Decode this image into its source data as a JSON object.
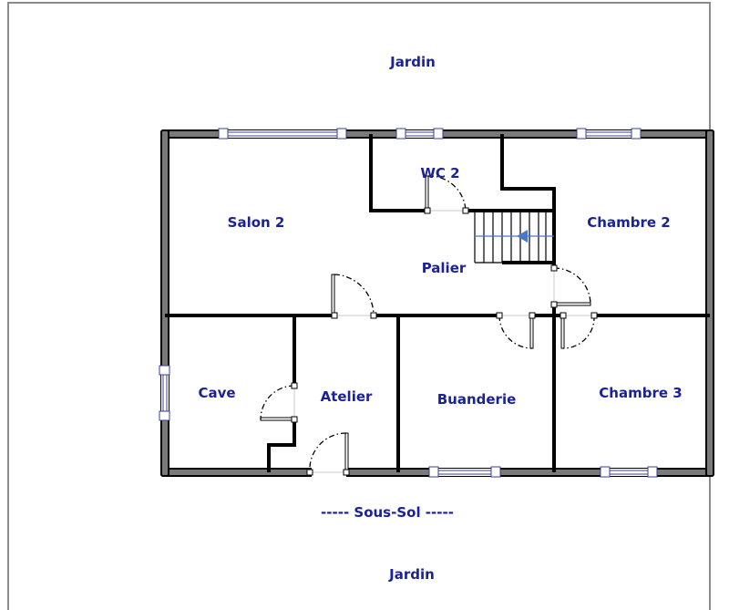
{
  "plan": {
    "title": "----- Sous-Sol -----",
    "outside_labels": {
      "top": "Jardin",
      "bottom": "Jardin"
    },
    "rooms": [
      {
        "id": "salon-2",
        "label": "Salon 2"
      },
      {
        "id": "wc-2",
        "label": "WC 2"
      },
      {
        "id": "palier",
        "label": "Palier"
      },
      {
        "id": "chambre-2",
        "label": "Chambre 2"
      },
      {
        "id": "cave",
        "label": "Cave"
      },
      {
        "id": "atelier",
        "label": "Atelier"
      },
      {
        "id": "buanderie",
        "label": "Buanderie"
      },
      {
        "id": "chambre-3",
        "label": "Chambre 3"
      }
    ],
    "colors": {
      "label_text": "#1a2296",
      "exterior_wall_fill": "#7a7a7a",
      "wall_stroke": "#000000",
      "window_frame": "#3a3f8f",
      "stair_arrow": "#4a78c8",
      "frame_border": "#8c8c8c"
    },
    "stairs": {
      "direction": "left",
      "steps": 9
    }
  }
}
